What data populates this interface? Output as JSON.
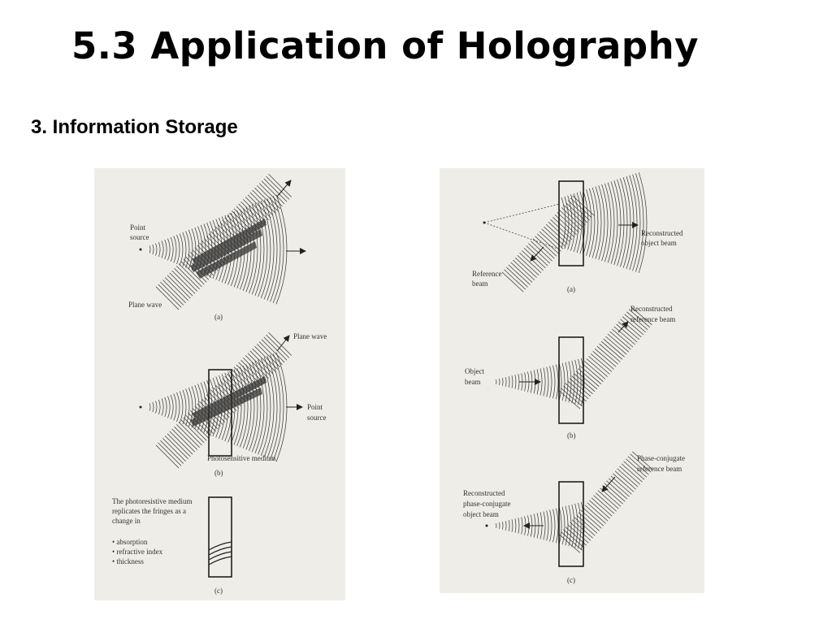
{
  "slide": {
    "title": "5.3 Application of Holography",
    "subtitle": "3. Information Storage"
  },
  "left_figure": {
    "a": {
      "point_source": [
        "Point",
        "source"
      ],
      "plane_wave": "Plane wave",
      "caption": "(a)"
    },
    "b": {
      "plane_wave": "Plane wave",
      "point_source": [
        "Point",
        "source"
      ],
      "medium": "Photosensitive medium",
      "caption": "(b)"
    },
    "c": {
      "note": [
        "The photoresistive medium",
        "replicates the fringes as a",
        "change in"
      ],
      "bullets": [
        "• absorption",
        "• refractive index",
        "• thickness"
      ],
      "caption": "(c)"
    }
  },
  "right_figure": {
    "a": {
      "reconstructed_object": [
        "Reconstructed",
        "object beam"
      ],
      "reference": [
        "Reference",
        "beam"
      ],
      "caption": "(a)"
    },
    "b": {
      "reconstructed_reference": [
        "Reconstructed",
        "reference beam"
      ],
      "object": [
        "Object",
        "beam"
      ],
      "caption": "(b)"
    },
    "c": {
      "phase_conjugate_ref": [
        "Phase-conjugate",
        "reference beam"
      ],
      "reconstructed_pc": [
        "Reconstructed",
        "phase-conjugate",
        "object beam"
      ],
      "caption": "(c)"
    }
  }
}
